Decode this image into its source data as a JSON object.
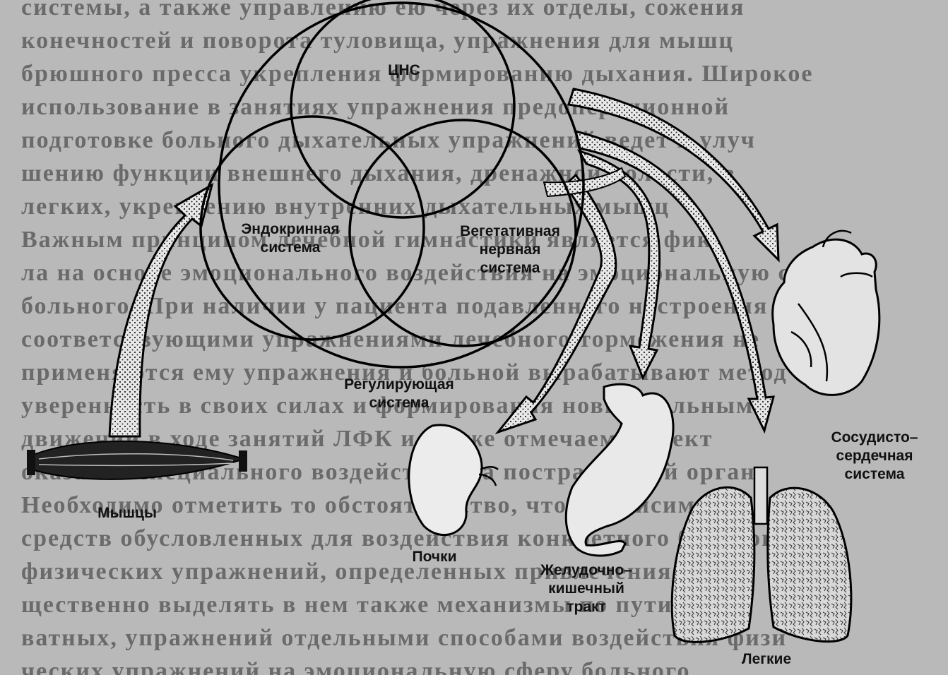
{
  "diagram": {
    "regulating_circles": {
      "cns": "ЦНС",
      "endocrine": [
        "Эндокринная",
        "система"
      ],
      "autonomic": [
        "Вегетативная",
        "нервная",
        "система"
      ],
      "regulating": [
        "Регулирующая",
        "система"
      ]
    },
    "organs": {
      "muscles": "Мышцы",
      "kidneys": "Почки",
      "gi_tract": [
        "Желудочно–",
        "кишечный",
        "тракт"
      ],
      "cardiovascular": [
        "Сосудисто–",
        "сердечная",
        "система"
      ],
      "lungs": "Легкие"
    }
  },
  "background_text": [
    "системы, а также управлению ею через их отделы, сожения",
    "конечностей и поворота туловища, упражнения для мышц",
    "брюшного пресса укрепления формированию дыхания. Широкое",
    "использование в занятиях упражнения предоперационной",
    "подготовке больного дыхательных упражнений ведет к улуч",
    "шению функции внешнего дыхания, дренажной полости, в",
    "легких, укреплению внутренних дыхательных мышц",
    "Важным принципом лечебной гимнастики является фик",
    "ла на основе эмоционального воздействия на эмоциональную сферу",
    "больного. При наличии у пациента подавленного настроения",
    "соответствующими упражнениями лечебного торможения не",
    "применяются ему упражнения и больной вырабатывают метод",
    "уверенность в своих силах и формирования новых больными",
    "движений в ходе занятий ЛФК и также отмечаем эффект",
    "оказание специального воздействия на пострадавший орган",
    "Необходимо отметить то обстоятельство, что в зависимости",
    "средств обусловленных для воздействия конкретного больного",
    "физических упражнений, определенных привлечения",
    "щественно выделять в нем также механизмы по пути",
    "ватных, упражнений отдельными способами воздействия физи",
    "ческих упражнений на эмоциональную сферу больного"
  ]
}
